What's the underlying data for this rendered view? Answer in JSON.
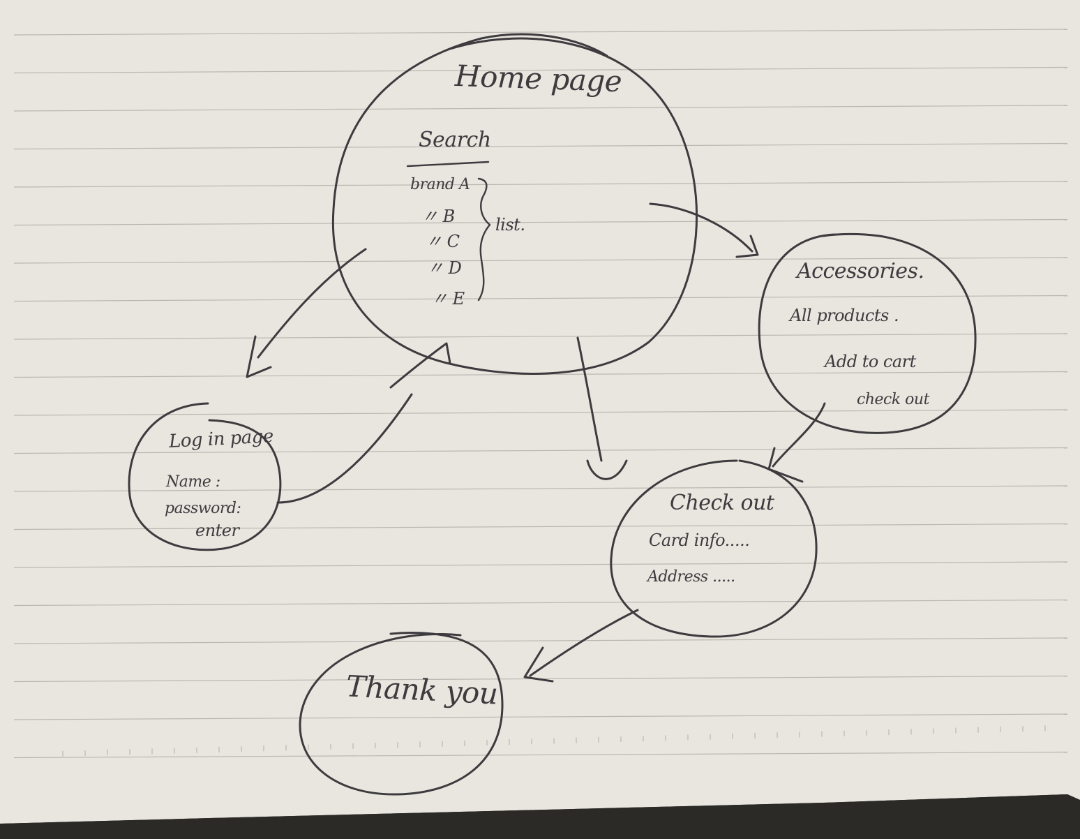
{
  "diagram": {
    "nodes": {
      "home": {
        "title": "Home page",
        "search_label": "Search",
        "list_items": [
          "brand A",
          "〃 B",
          "〃 C",
          "〃 D",
          "〃 E"
        ],
        "list_brace_label": "list."
      },
      "login": {
        "title": "Log in page",
        "name_field": "Name :",
        "password_field": "password:",
        "enter": "enter"
      },
      "accessories": {
        "title": "Accessories.",
        "all_products": "All products .",
        "add_to_cart": "Add to cart",
        "check_out": "check out"
      },
      "checkout": {
        "title": "Check out",
        "card_info": "Card info.....",
        "address": "Address ....."
      },
      "thankyou": {
        "title": "Thank you"
      }
    },
    "edges": [
      {
        "from": "home",
        "to": "login"
      },
      {
        "from": "login",
        "to": "home"
      },
      {
        "from": "home",
        "to": "accessories"
      },
      {
        "from": "home",
        "to": "checkout"
      },
      {
        "from": "accessories",
        "to": "checkout"
      },
      {
        "from": "checkout",
        "to": "thankyou"
      }
    ]
  },
  "colors": {
    "paper": "#e8e6df",
    "ink": "#3d3b3e",
    "rule": "#b9b7b0",
    "desk": "#2c2a27"
  }
}
